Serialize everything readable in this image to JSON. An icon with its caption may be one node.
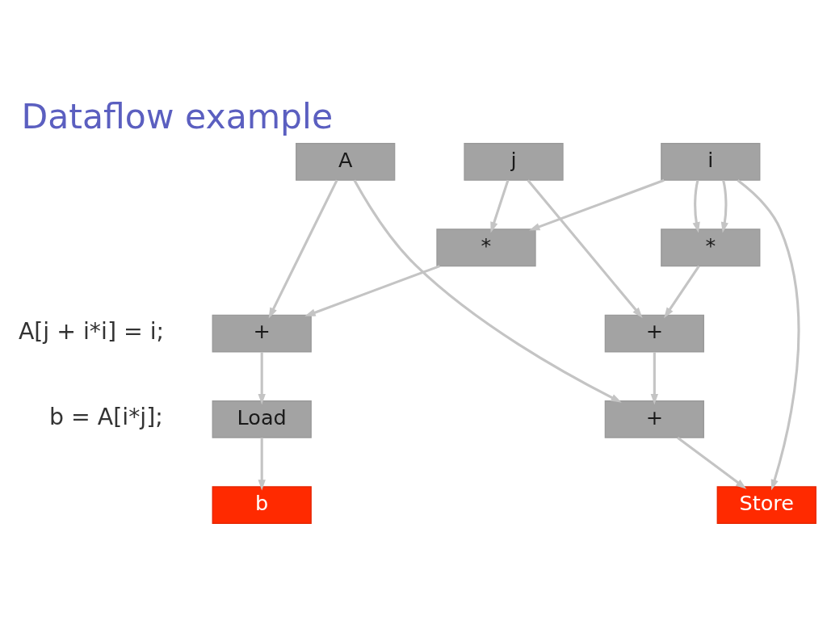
{
  "diagram": {
    "title": "Dataflow example",
    "nodes": [
      {
        "text": [
          "A"
        ]
      },
      {
        "text": [
          "j"
        ]
      },
      {
        "text": [
          "i"
        ]
      },
      {
        "text": [
          "*"
        ]
      },
      {
        "text": [
          "*"
        ]
      },
      {
        "text": [
          "+"
        ]
      },
      {
        "text": [
          "+"
        ]
      },
      {
        "text": [
          "Load"
        ]
      },
      {
        "text": [
          "+"
        ]
      },
      {
        "text": [
          "b"
        ]
      },
      {
        "text": [
          "Store"
        ]
      }
    ],
    "edges": [
      {
        "from": 1,
        "to": 3,
        "arrow": "to"
      },
      {
        "from": 2,
        "to": 3,
        "arrow": "to"
      },
      {
        "from": 2,
        "to": 4,
        "arrow": "to"
      },
      {
        "from": 2,
        "to": 4,
        "arrow": "to"
      },
      {
        "from": 2,
        "to": 10,
        "arrow": "to"
      },
      {
        "from": 0,
        "to": 5,
        "arrow": "to"
      },
      {
        "from": 3,
        "to": 5,
        "arrow": "to"
      },
      {
        "from": 1,
        "to": 6,
        "arrow": "to"
      },
      {
        "from": 4,
        "to": 6,
        "arrow": "to"
      },
      {
        "from": 0,
        "to": 8,
        "arrow": "to"
      },
      {
        "from": 6,
        "to": 8,
        "arrow": "to"
      },
      {
        "from": 5,
        "to": 7,
        "arrow": "to"
      },
      {
        "from": 7,
        "to": 9,
        "arrow": "to"
      },
      {
        "from": 8,
        "to": 10,
        "arrow": "to"
      }
    ],
    "labels": [
      "A[j + i*i] = i;",
      "b = A[i*j];"
    ]
  }
}
